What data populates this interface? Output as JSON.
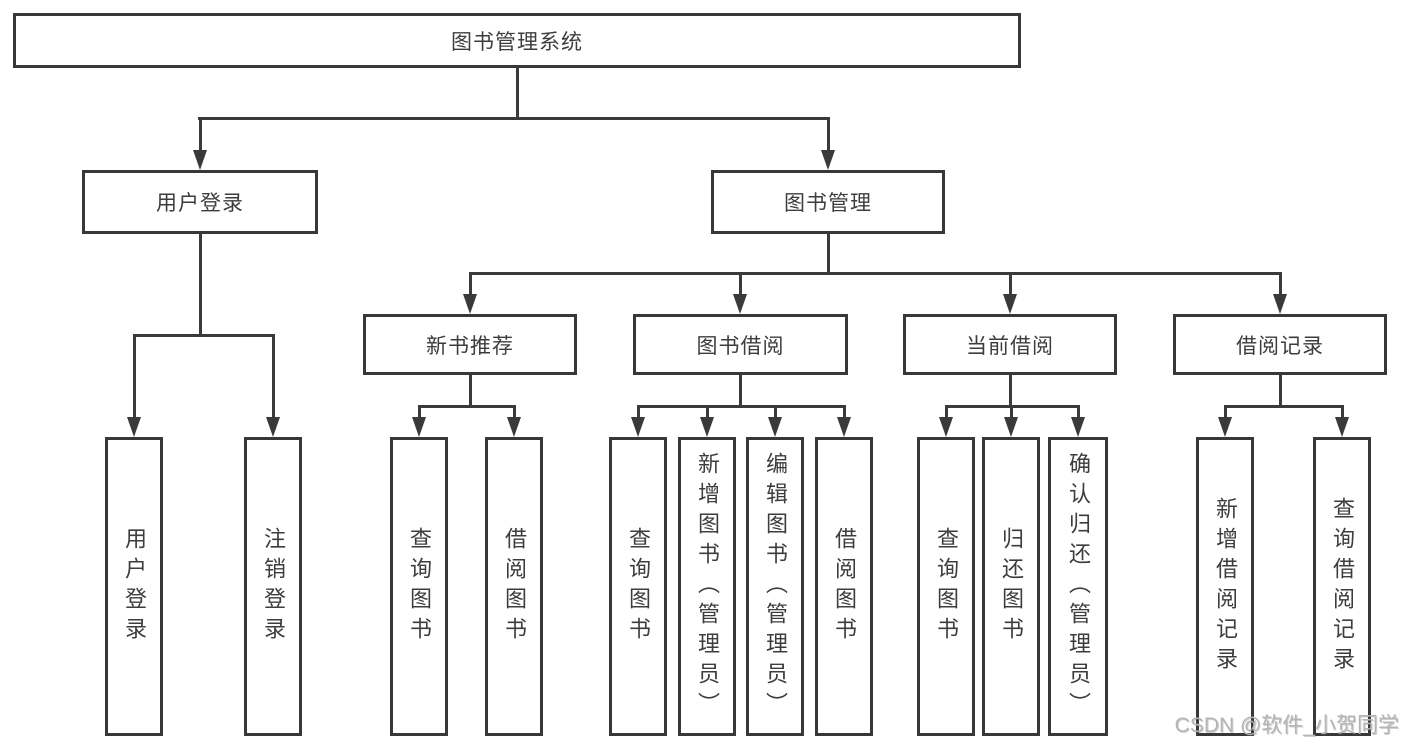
{
  "diagram_title": "图书管理系统",
  "nodes": {
    "root": {
      "label": "图书管理系统"
    },
    "user_login": {
      "label": "用户登录"
    },
    "book_mgmt": {
      "label": "图书管理"
    },
    "new_book_rec": {
      "label": "新书推荐"
    },
    "book_borrow": {
      "label": "图书借阅"
    },
    "current_borrow": {
      "label": "当前借阅"
    },
    "borrow_record": {
      "label": "借阅记录"
    },
    "leaf_user_login": {
      "label": "用户登录"
    },
    "leaf_logout": {
      "label": "注销登录"
    },
    "leaf_query_book_a": {
      "label": "查询图书"
    },
    "leaf_borrow_book_a": {
      "label": "借阅图书"
    },
    "leaf_query_book_b": {
      "label": "查询图书"
    },
    "leaf_add_book": {
      "label": "新增图书（管理员）"
    },
    "leaf_edit_book": {
      "label": "编辑图书（管理员）"
    },
    "leaf_borrow_book_b": {
      "label": "借阅图书"
    },
    "leaf_query_book_c": {
      "label": "查询图书"
    },
    "leaf_return_book": {
      "label": "归还图书"
    },
    "leaf_confirm_return": {
      "label": "确认归还（管理员）"
    },
    "leaf_add_record": {
      "label": "新增借阅记录"
    },
    "leaf_query_record": {
      "label": "查询借阅记录"
    }
  },
  "hierarchy": {
    "root": "图书管理系统",
    "children": [
      {
        "label": "用户登录",
        "children": [
          "用户登录",
          "注销登录"
        ]
      },
      {
        "label": "图书管理",
        "children": [
          {
            "label": "新书推荐",
            "children": [
              "查询图书",
              "借阅图书"
            ]
          },
          {
            "label": "图书借阅",
            "children": [
              "查询图书",
              "新增图书（管理员）",
              "编辑图书（管理员）",
              "借阅图书"
            ]
          },
          {
            "label": "当前借阅",
            "children": [
              "查询图书",
              "归还图书",
              "确认归还（管理员）"
            ]
          },
          {
            "label": "借阅记录",
            "children": [
              "新增借阅记录",
              "查询借阅记录"
            ]
          }
        ]
      }
    ]
  },
  "watermark": {
    "text": "CSDN @软件_小贺同学"
  },
  "colors": {
    "box_border": "#383838",
    "connector": "#3a3a3a",
    "text": "#3d3d3d",
    "watermark": "#b5b5b5",
    "background": "#ffffff"
  }
}
